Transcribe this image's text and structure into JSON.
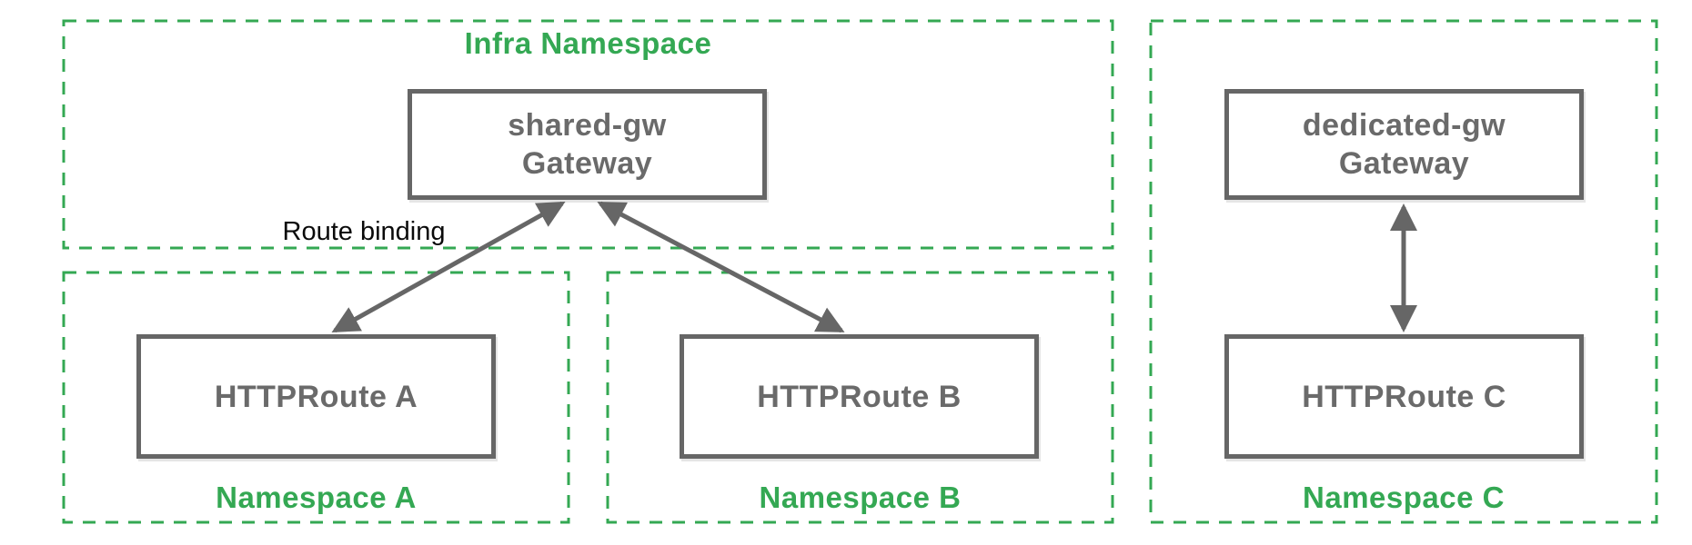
{
  "diagram": {
    "infra_namespace": {
      "title": "Infra Namespace",
      "gateway_node": "shared-gw\nGateway"
    },
    "namespace_a": {
      "title": "Namespace A",
      "route_node": "HTTPRoute A"
    },
    "namespace_b": {
      "title": "Namespace B",
      "route_node": "HTTPRoute B"
    },
    "namespace_c": {
      "title": "Namespace C",
      "gateway_node": "dedicated-gw\nGateway",
      "route_node": "HTTPRoute C"
    },
    "annotations": {
      "route_binding": "Route binding"
    },
    "colors": {
      "namespace_border_green": "#34a853",
      "node_border_gray": "#666666",
      "node_text_gray": "#6a6a6a",
      "annotation_black": "#0a0a0a"
    }
  }
}
